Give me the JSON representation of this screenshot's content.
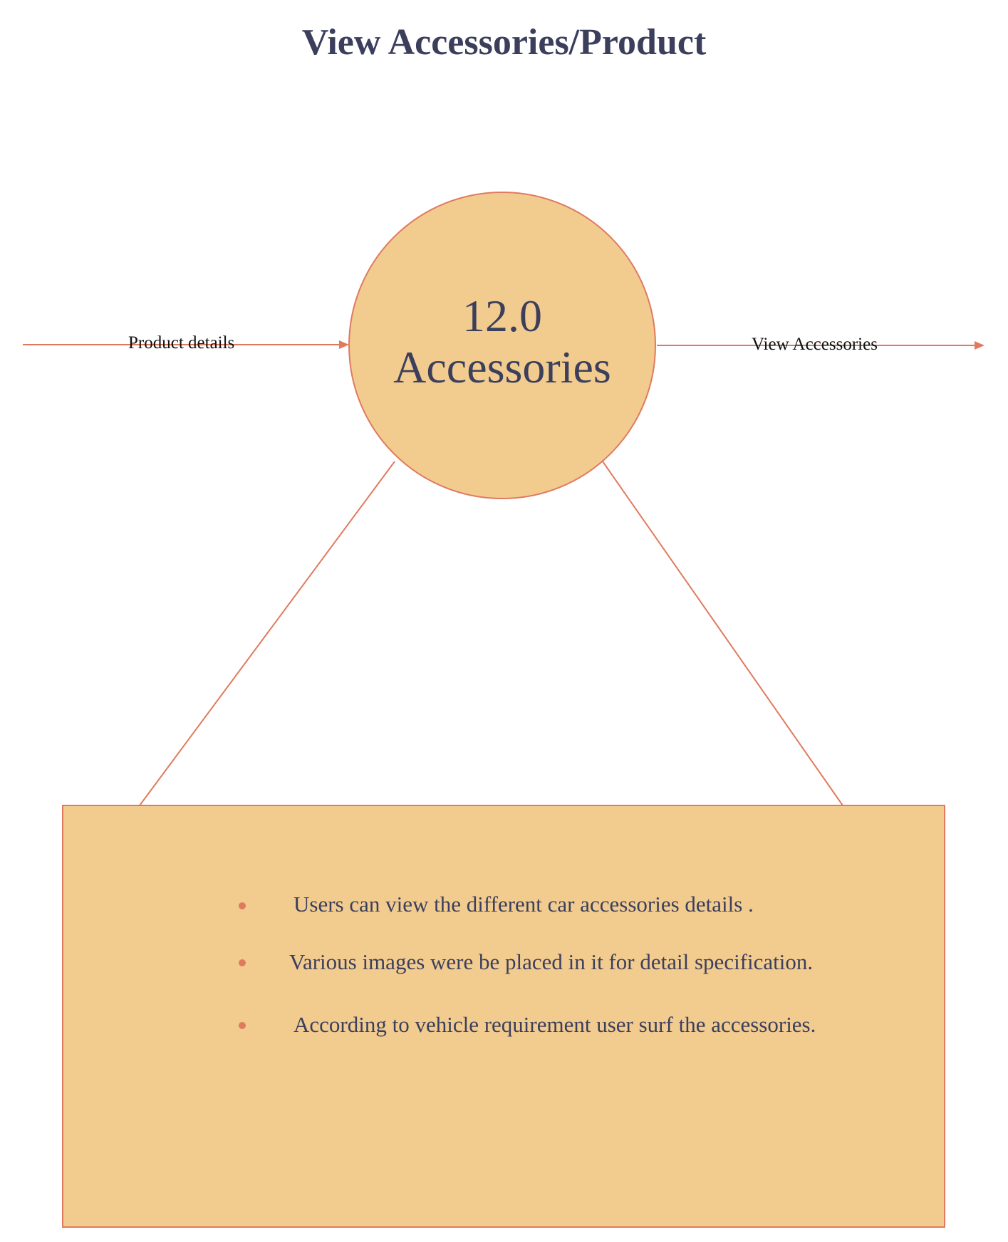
{
  "title": "View Accessories/Product",
  "process": {
    "number": "12.0",
    "name": "Accessories"
  },
  "flows": {
    "input_label": "Product details",
    "output_label": "View Accessories"
  },
  "notes": [
    "Users can view the different car accessories details .",
    "Various images were be placed in it for detail specification.",
    "According to vehicle requirement user surf the accessories."
  ],
  "colors": {
    "fill": "#f2cb8f",
    "stroke": "#e07a5f",
    "text": "#3b3f5c"
  }
}
